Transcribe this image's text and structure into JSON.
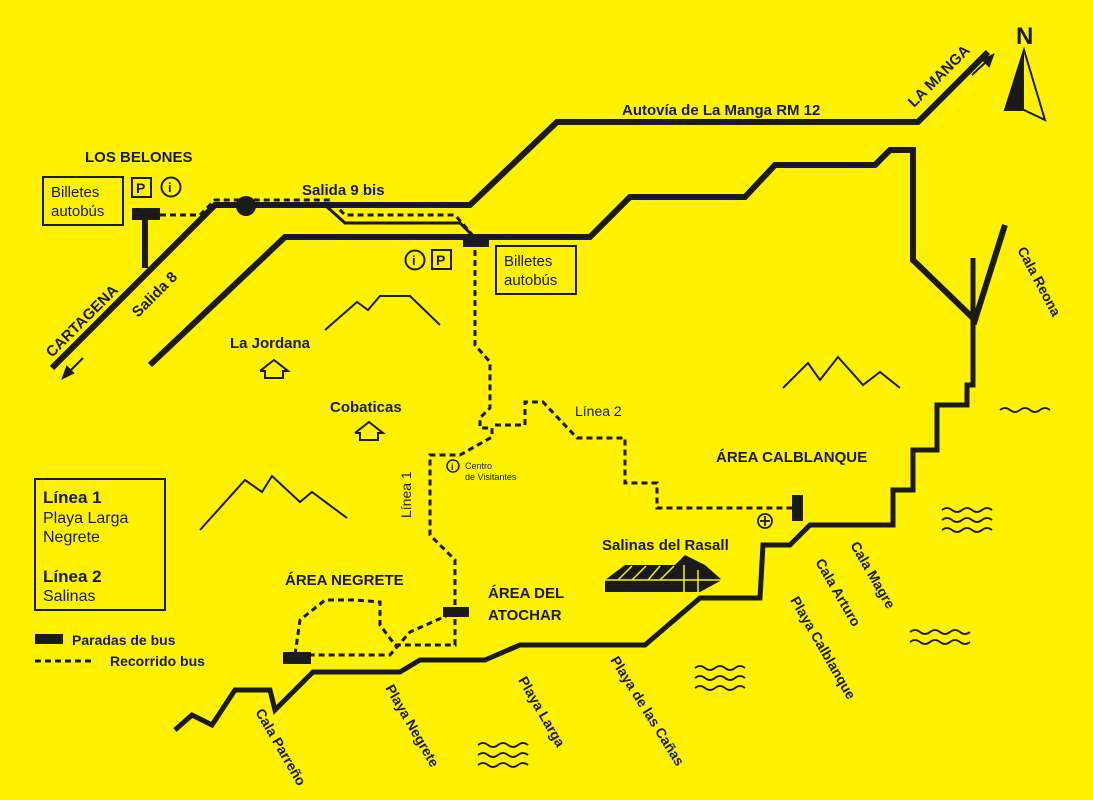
{
  "colors": {
    "background": "#fff200",
    "ink": "#1a1a1a"
  },
  "compass": {
    "letter": "N"
  },
  "roads": {
    "autovia": "Autovía de La Manga RM 12",
    "la_manga": "LA MANGA",
    "salida_9_bis": "Salida 9 bis",
    "salida_8": "Salida 8",
    "cartagena": "CARTAGENA"
  },
  "places": {
    "los_belones": "LOS BELONES",
    "la_jordana": "La Jordana",
    "cobaticas": "Cobaticas",
    "area_calblanque": "ÁREA CALBLANQUE",
    "salinas_del_rasall": "Salinas del Rasall",
    "area_negrete": "ÁREA NEGRETE",
    "area_del_atochar_1": "ÁREA DEL",
    "area_del_atochar_2": "ATOCHAR",
    "centro_visitantes_1": "Centro",
    "centro_visitantes_2": "de Visitantes"
  },
  "tickets": {
    "billetes": "Billetes",
    "autobus": "autobús"
  },
  "icons": {
    "parking": "P",
    "info": "i"
  },
  "lines": {
    "linea1": "Línea 1",
    "linea2": "Línea 2"
  },
  "legend": {
    "linea1_title": "Línea 1",
    "linea1_line2": "Playa Larga",
    "linea1_line3": "Negrete",
    "linea2_title": "Línea 2",
    "linea2_line2": "Salinas",
    "paradas": "Paradas de bus",
    "recorrido": "Recorrido bus"
  },
  "beaches": {
    "cala_reona": "Cala Reona",
    "cala_magre": "Cala Magre",
    "cala_arturo": "Cala Arturo",
    "playa_calblanque": "Playa Calblanque",
    "playa_de_las_canas": "Playa de las Cañas",
    "playa_larga": "Playa Larga",
    "playa_negrete": "Playa Negrete",
    "cala_parreno": "Cala Parreño"
  }
}
